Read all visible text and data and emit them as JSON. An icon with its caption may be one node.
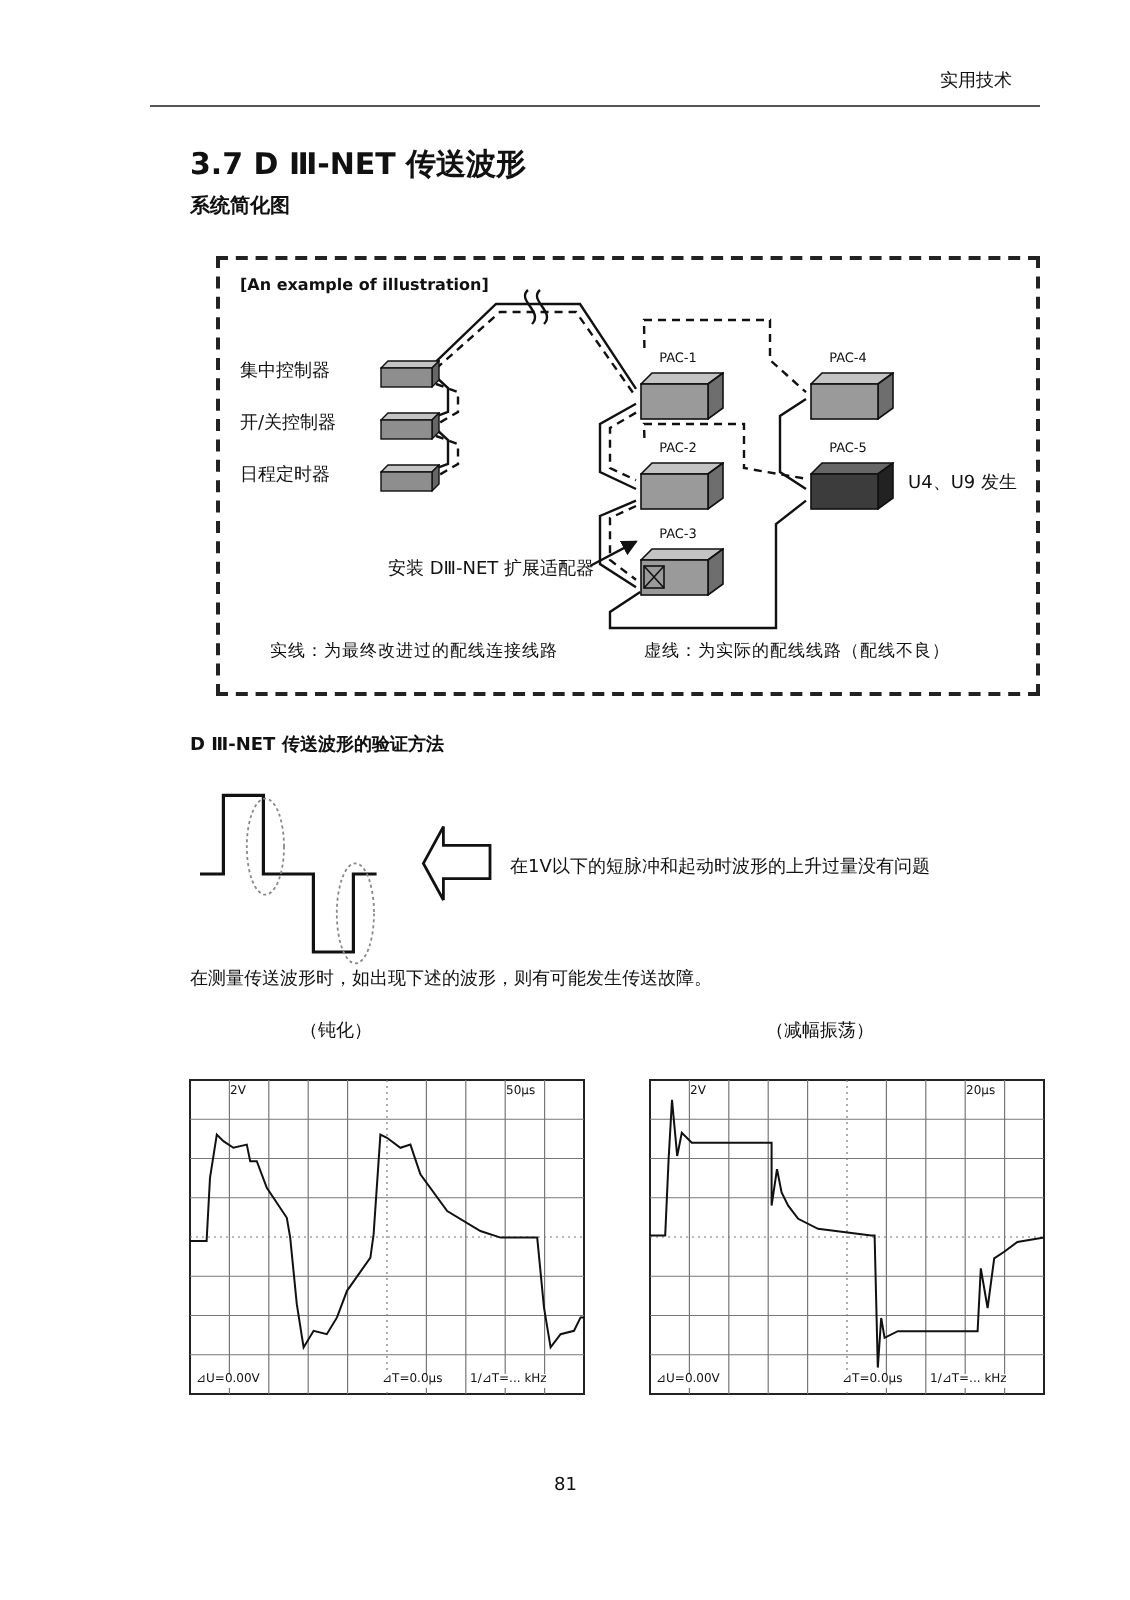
{
  "diagram": {
    "title": "3.7 D Ⅲ-NET 传送波形",
    "nodes": [
      {
        "text": [
          "[An example of illustration]"
        ]
      },
      {
        "text": [
          "集中控制器"
        ],
        "in": 0
      },
      {
        "text": [
          "开/关控制器"
        ],
        "in": 0
      },
      {
        "text": [
          "日程定时器"
        ],
        "in": 0
      },
      {
        "text": [
          "PAC-1"
        ],
        "in": 0
      },
      {
        "text": [
          "PAC-4"
        ],
        "in": 0
      },
      {
        "text": [
          "PAC-2"
        ],
        "in": 0
      },
      {
        "text": [
          "PAC-5"
        ],
        "in": 0,
        "beside": [
          "U4、U9 发生"
        ]
      },
      {
        "text": [
          "PAC-3"
        ],
        "in": 0
      },
      {
        "text": [
          "安装 DⅢ-NET 扩展适配器"
        ],
        "in": 0
      }
    ],
    "edges": [
      {
        "from": 1,
        "to": 4,
        "arrow": "none"
      },
      {
        "from": 1,
        "to": 4,
        "arrow": "none",
        "style": "dashed"
      },
      {
        "from": 1,
        "to": 2,
        "arrow": "none"
      },
      {
        "from": 1,
        "to": 2,
        "arrow": "none",
        "style": "dashed"
      },
      {
        "from": 2,
        "to": 3,
        "arrow": "none"
      },
      {
        "from": 2,
        "to": 3,
        "arrow": "none",
        "style": "dashed"
      },
      {
        "from": 4,
        "to": 6,
        "arrow": "none"
      },
      {
        "from": 4,
        "to": 6,
        "arrow": "none",
        "style": "dashed"
      },
      {
        "from": 6,
        "to": 8,
        "arrow": "none"
      },
      {
        "from": 6,
        "to": 8,
        "arrow": "none",
        "style": "dashed"
      },
      {
        "from": 4,
        "to": 5,
        "arrow": "none",
        "style": "dashed"
      },
      {
        "from": 6,
        "to": 7,
        "arrow": "none",
        "style": "dashed"
      },
      {
        "from": 5,
        "to": 7,
        "arrow": "none"
      },
      {
        "from": 8,
        "to": 7,
        "arrow": "none"
      },
      {
        "from": 9,
        "to": 8,
        "arrow": "to"
      }
    ],
    "labels": [
      "实用技术",
      "系统简化图",
      "实线：为最终改进过的配线连接线路",
      "虚线：为实际的配线线路（配线不良）",
      "D Ⅲ-NET 传送波形的验证方法",
      "在1V以下的短脉冲和起动时波形的上升过量没有问题",
      "在测量传送波形时，如出现下述的波形，则有可能发生传送故障。",
      "（钝化）",
      "（减幅振荡）",
      "2V",
      "50μs",
      "⊿U=0.00V",
      "⊿T=0.0μs",
      "1/⊿T=... kHz",
      "2V",
      "20μs",
      "⊿U=0.00V",
      "⊿T=0.0μs",
      "1/⊿T=... kHz",
      "81"
    ]
  }
}
